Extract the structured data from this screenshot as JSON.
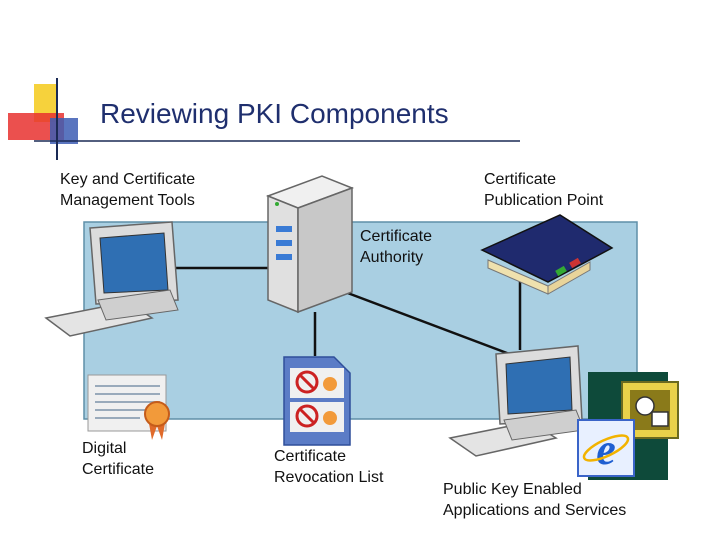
{
  "title": "Reviewing PKI Components",
  "labels": {
    "key_tools": [
      "Key and Certificate",
      "Management Tools"
    ],
    "publication_point": [
      "Certificate",
      "Publication Point"
    ],
    "authority": [
      "Certificate",
      "Authority"
    ],
    "digital_certificate": [
      "Digital",
      "Certificate"
    ],
    "revocation_list": [
      "Certificate",
      "Revocation List"
    ],
    "pk_apps": [
      "Public Key Enabled",
      "Applications and Services"
    ]
  },
  "icons": {
    "ca_server": "server-icon",
    "publication": "book-icon",
    "mgmt_computer": "computer-icon",
    "app_computer": "computer-icon",
    "certificate": "certificate-icon",
    "crl": "revoked-document-icon",
    "ie": "internet-explorer-icon",
    "outlook": "outlook-icon"
  },
  "colors": {
    "title": "#1f2f6e",
    "panel": "#a9cfe2",
    "panel_border": "#5f8fa8",
    "accent_yellow": "#f6d23c",
    "accent_red": "#e8312f",
    "accent_blue": "#3d5db4",
    "dark_green": "#0e4a3a"
  }
}
